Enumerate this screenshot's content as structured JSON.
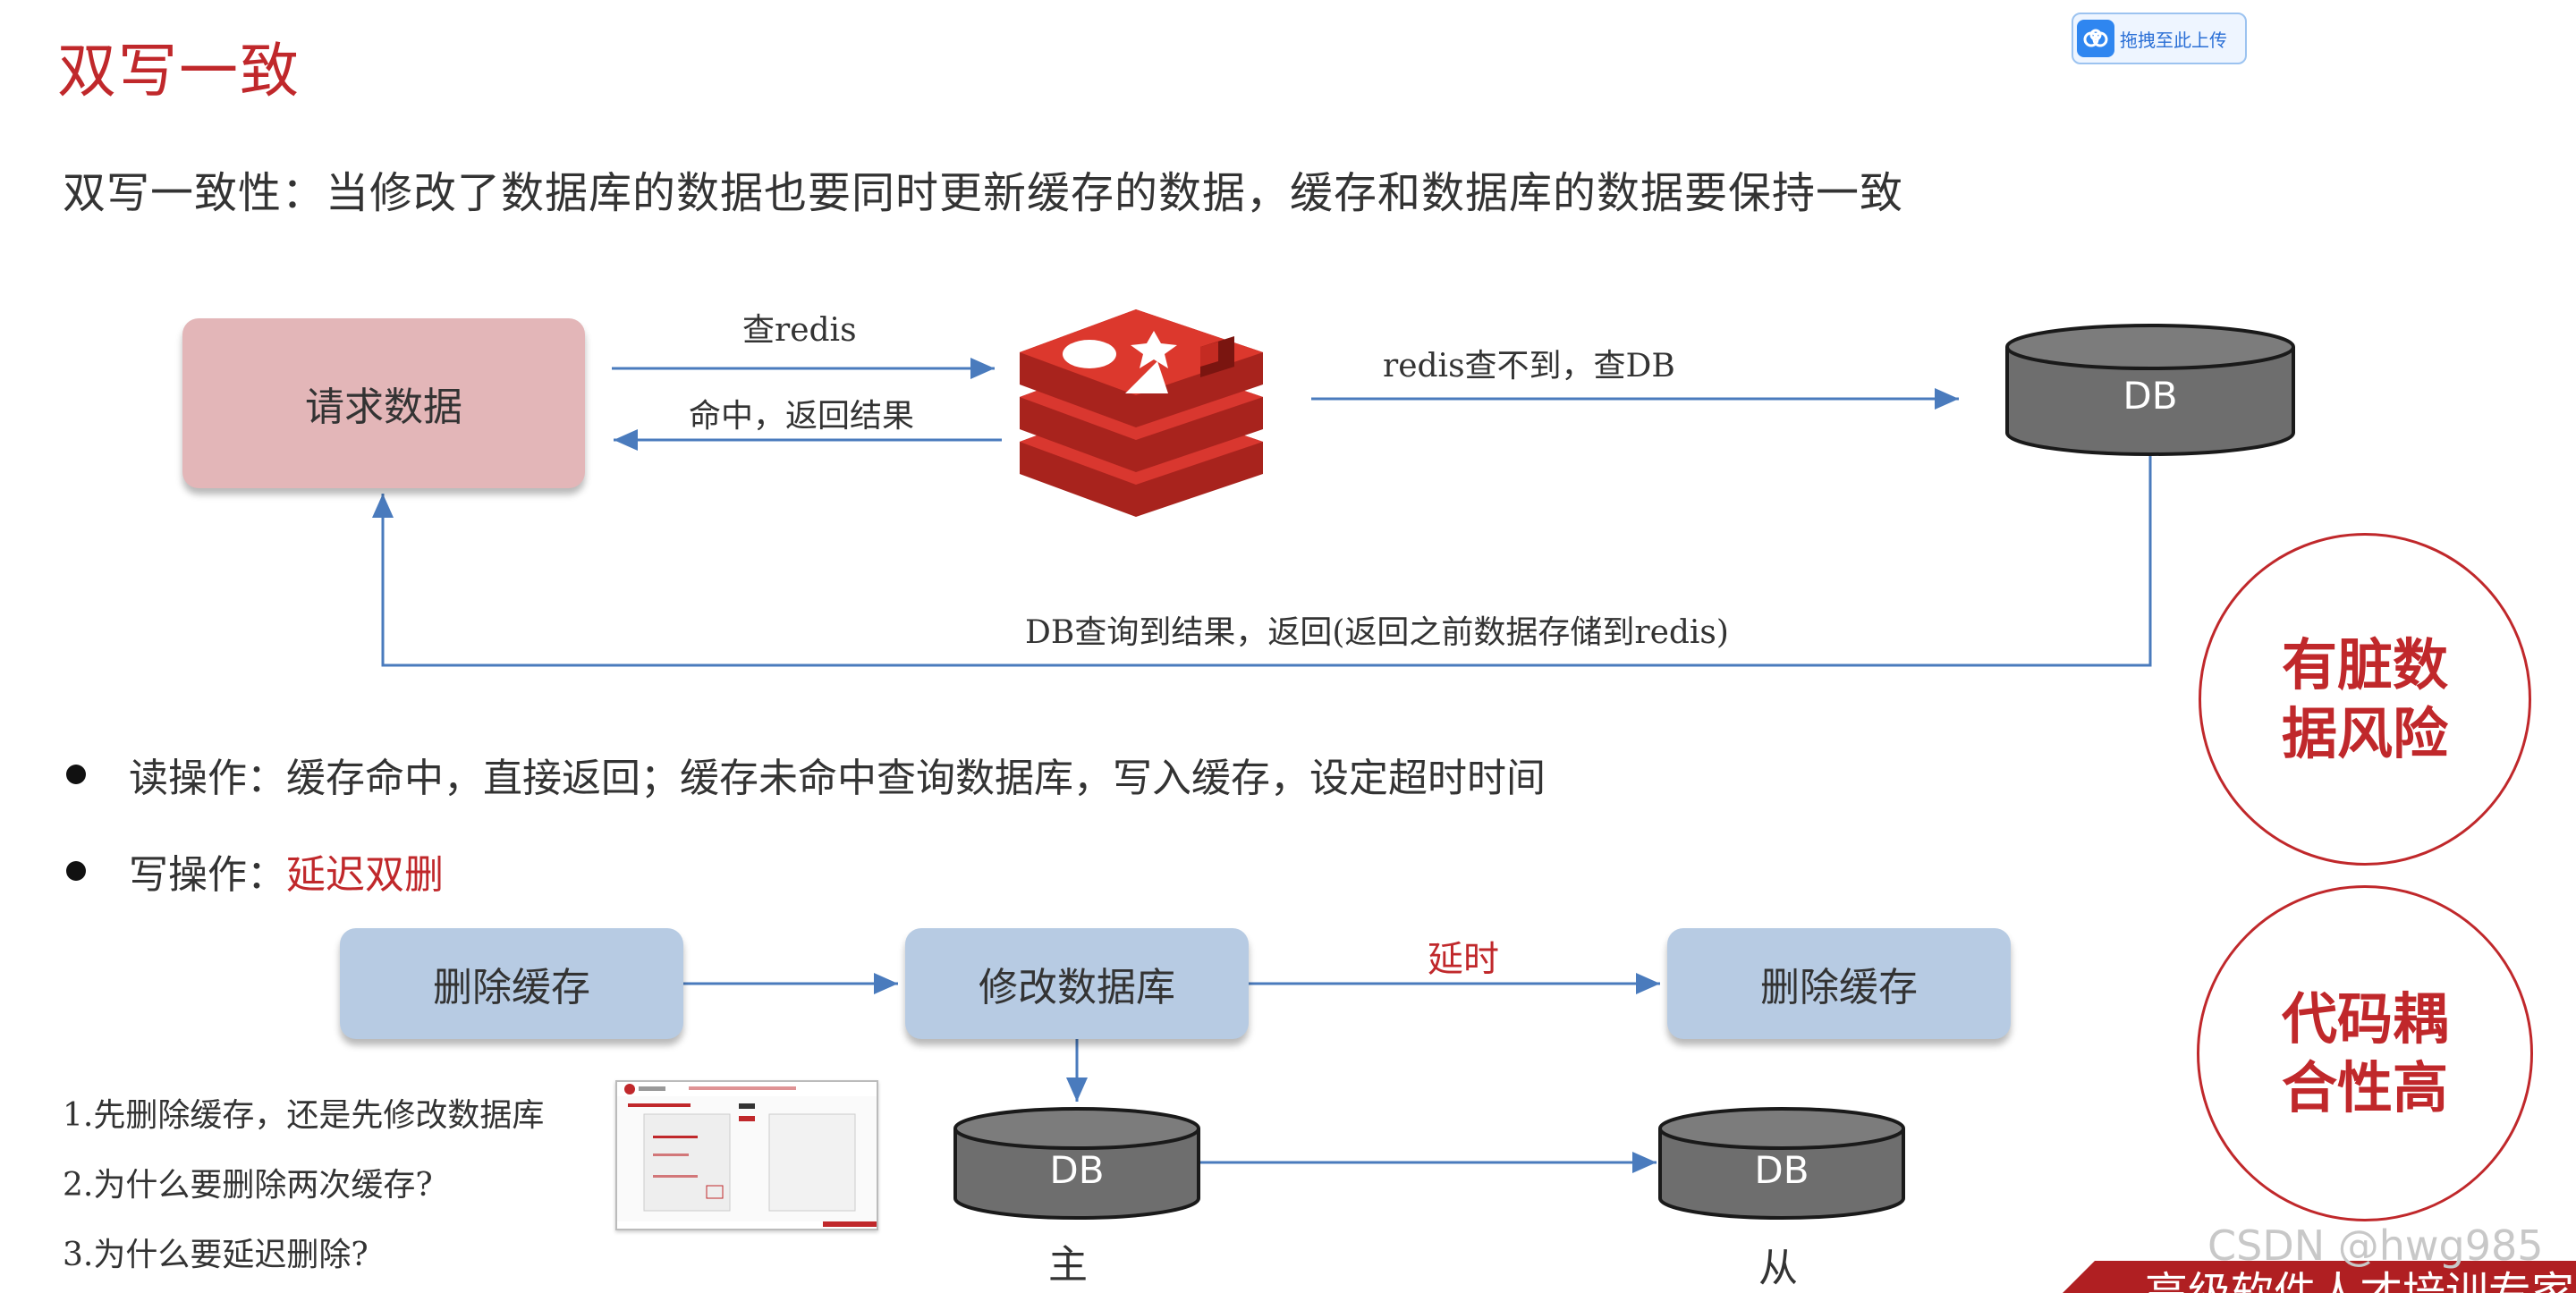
{
  "header": {
    "title": "双写一致",
    "subtitle": "双写一致性：当修改了数据库的数据也要同时更新缓存的数据，缓存和数据库的数据要保持一致",
    "upload_label": "拖拽至此上传"
  },
  "read_flow": {
    "request_box": "请求数据",
    "query_redis": "查redis",
    "hit_return": "命中，返回结果",
    "redis_miss": "redis查不到，查DB",
    "db_label": "DB",
    "db_return": "DB查询到结果，返回(返回之前数据存储到redis)"
  },
  "bullets": {
    "read_op": "读操作：缓存命中，直接返回；缓存未命中查询数据库，写入缓存，设定超时时间",
    "write_op_prefix": "写操作：",
    "write_op_highlight": "延迟双删"
  },
  "write_flow": {
    "delete_cache_1": "删除缓存",
    "modify_db": "修改数据库",
    "delay": "延时",
    "delete_cache_2": "删除缓存",
    "db_master": "DB",
    "db_slave": "DB",
    "master_label": "主",
    "slave_label": "从"
  },
  "questions": [
    "1.先删除缓存，还是先修改数据库",
    "2.为什么要删除两次缓存?",
    "3.为什么要延迟删除?"
  ],
  "circles": {
    "dirty_data": [
      "有脏数",
      "据风险"
    ],
    "coupling": [
      "代码耦",
      "合性高"
    ]
  },
  "footer": {
    "watermark": "CSDN @hwg985",
    "banner": "高级软件人才培训专家"
  },
  "colors": {
    "accent_red": "#c0282b",
    "arrow_blue": "#4a7bbd",
    "box_pink": "#e3b6b8",
    "box_blue": "#b7cbe3",
    "db_gray": "#6e6e6e"
  }
}
